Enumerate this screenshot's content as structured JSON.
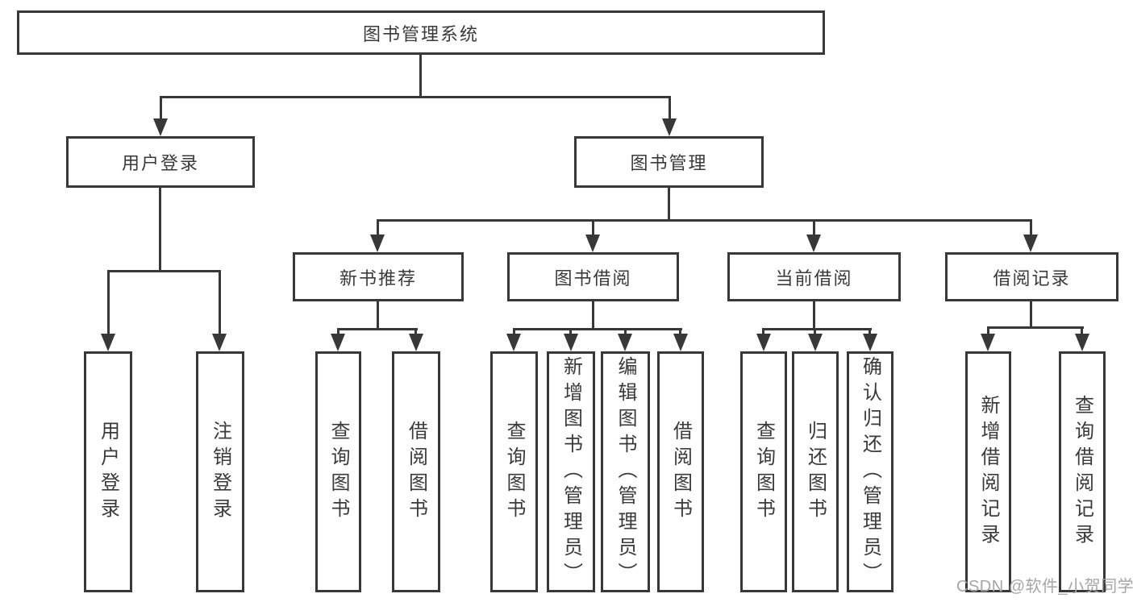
{
  "diagram": {
    "title_node": {
      "label": "图书管理系统"
    },
    "level2": [
      {
        "label": "用户登录"
      },
      {
        "label": "图书管理"
      }
    ],
    "level3": [
      {
        "label": "新书推荐"
      },
      {
        "label": "图书借阅"
      },
      {
        "label": "当前借阅"
      },
      {
        "label": "借阅记录"
      }
    ],
    "leaves": [
      {
        "label": "用户登录",
        "parent": "用户登录"
      },
      {
        "label": "注销登录",
        "parent": "用户登录"
      },
      {
        "label": "查询图书",
        "parent": "新书推荐"
      },
      {
        "label": "借阅图书",
        "parent": "新书推荐"
      },
      {
        "label": "查询图书",
        "parent": "图书借阅"
      },
      {
        "label": "新增图书（管理员）",
        "parent": "图书借阅"
      },
      {
        "label": "编辑图书（管理员）",
        "parent": "图书借阅"
      },
      {
        "label": "借阅图书",
        "parent": "图书借阅"
      },
      {
        "label": "查询图书",
        "parent": "当前借阅"
      },
      {
        "label": "归还图书",
        "parent": "当前借阅"
      },
      {
        "label": "确认归还（管理员）",
        "parent": "当前借阅"
      },
      {
        "label": "新增借阅记录",
        "parent": "借阅记录"
      },
      {
        "label": "查询借阅记录",
        "parent": "借阅记录"
      }
    ],
    "watermark": "CSDN @软件_小贺同学",
    "colors": {
      "line": "#383838",
      "text": "#3a3a3a",
      "background": "#ffffff",
      "watermark": "#a6a6a6"
    }
  }
}
